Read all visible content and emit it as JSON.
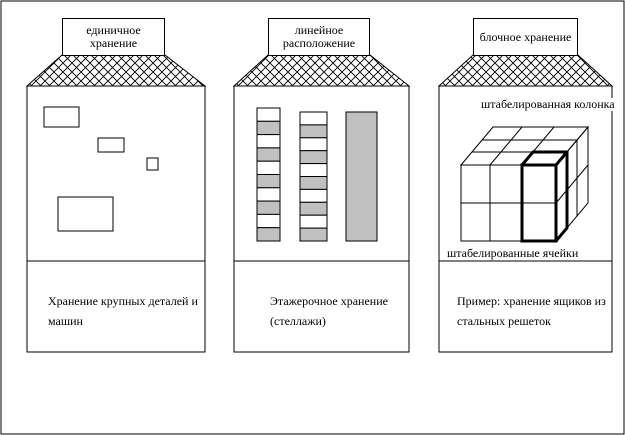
{
  "panels": [
    {
      "title": "единичное хранение",
      "description": "Хранение крупных деталей и машин"
    },
    {
      "title": "линейное расположение",
      "description": "Этажерочное хранение (стеллажи)"
    },
    {
      "title": "блочное хранение",
      "description": "Пример: хранение ящиков из стальных решеток",
      "annotation_top": "штабелированная колонка",
      "annotation_bottom": "штабелированные ячейки"
    }
  ],
  "colors": {
    "shelf_fill": "#c0c0c0",
    "line": "#000000",
    "background": "#ffffff"
  }
}
